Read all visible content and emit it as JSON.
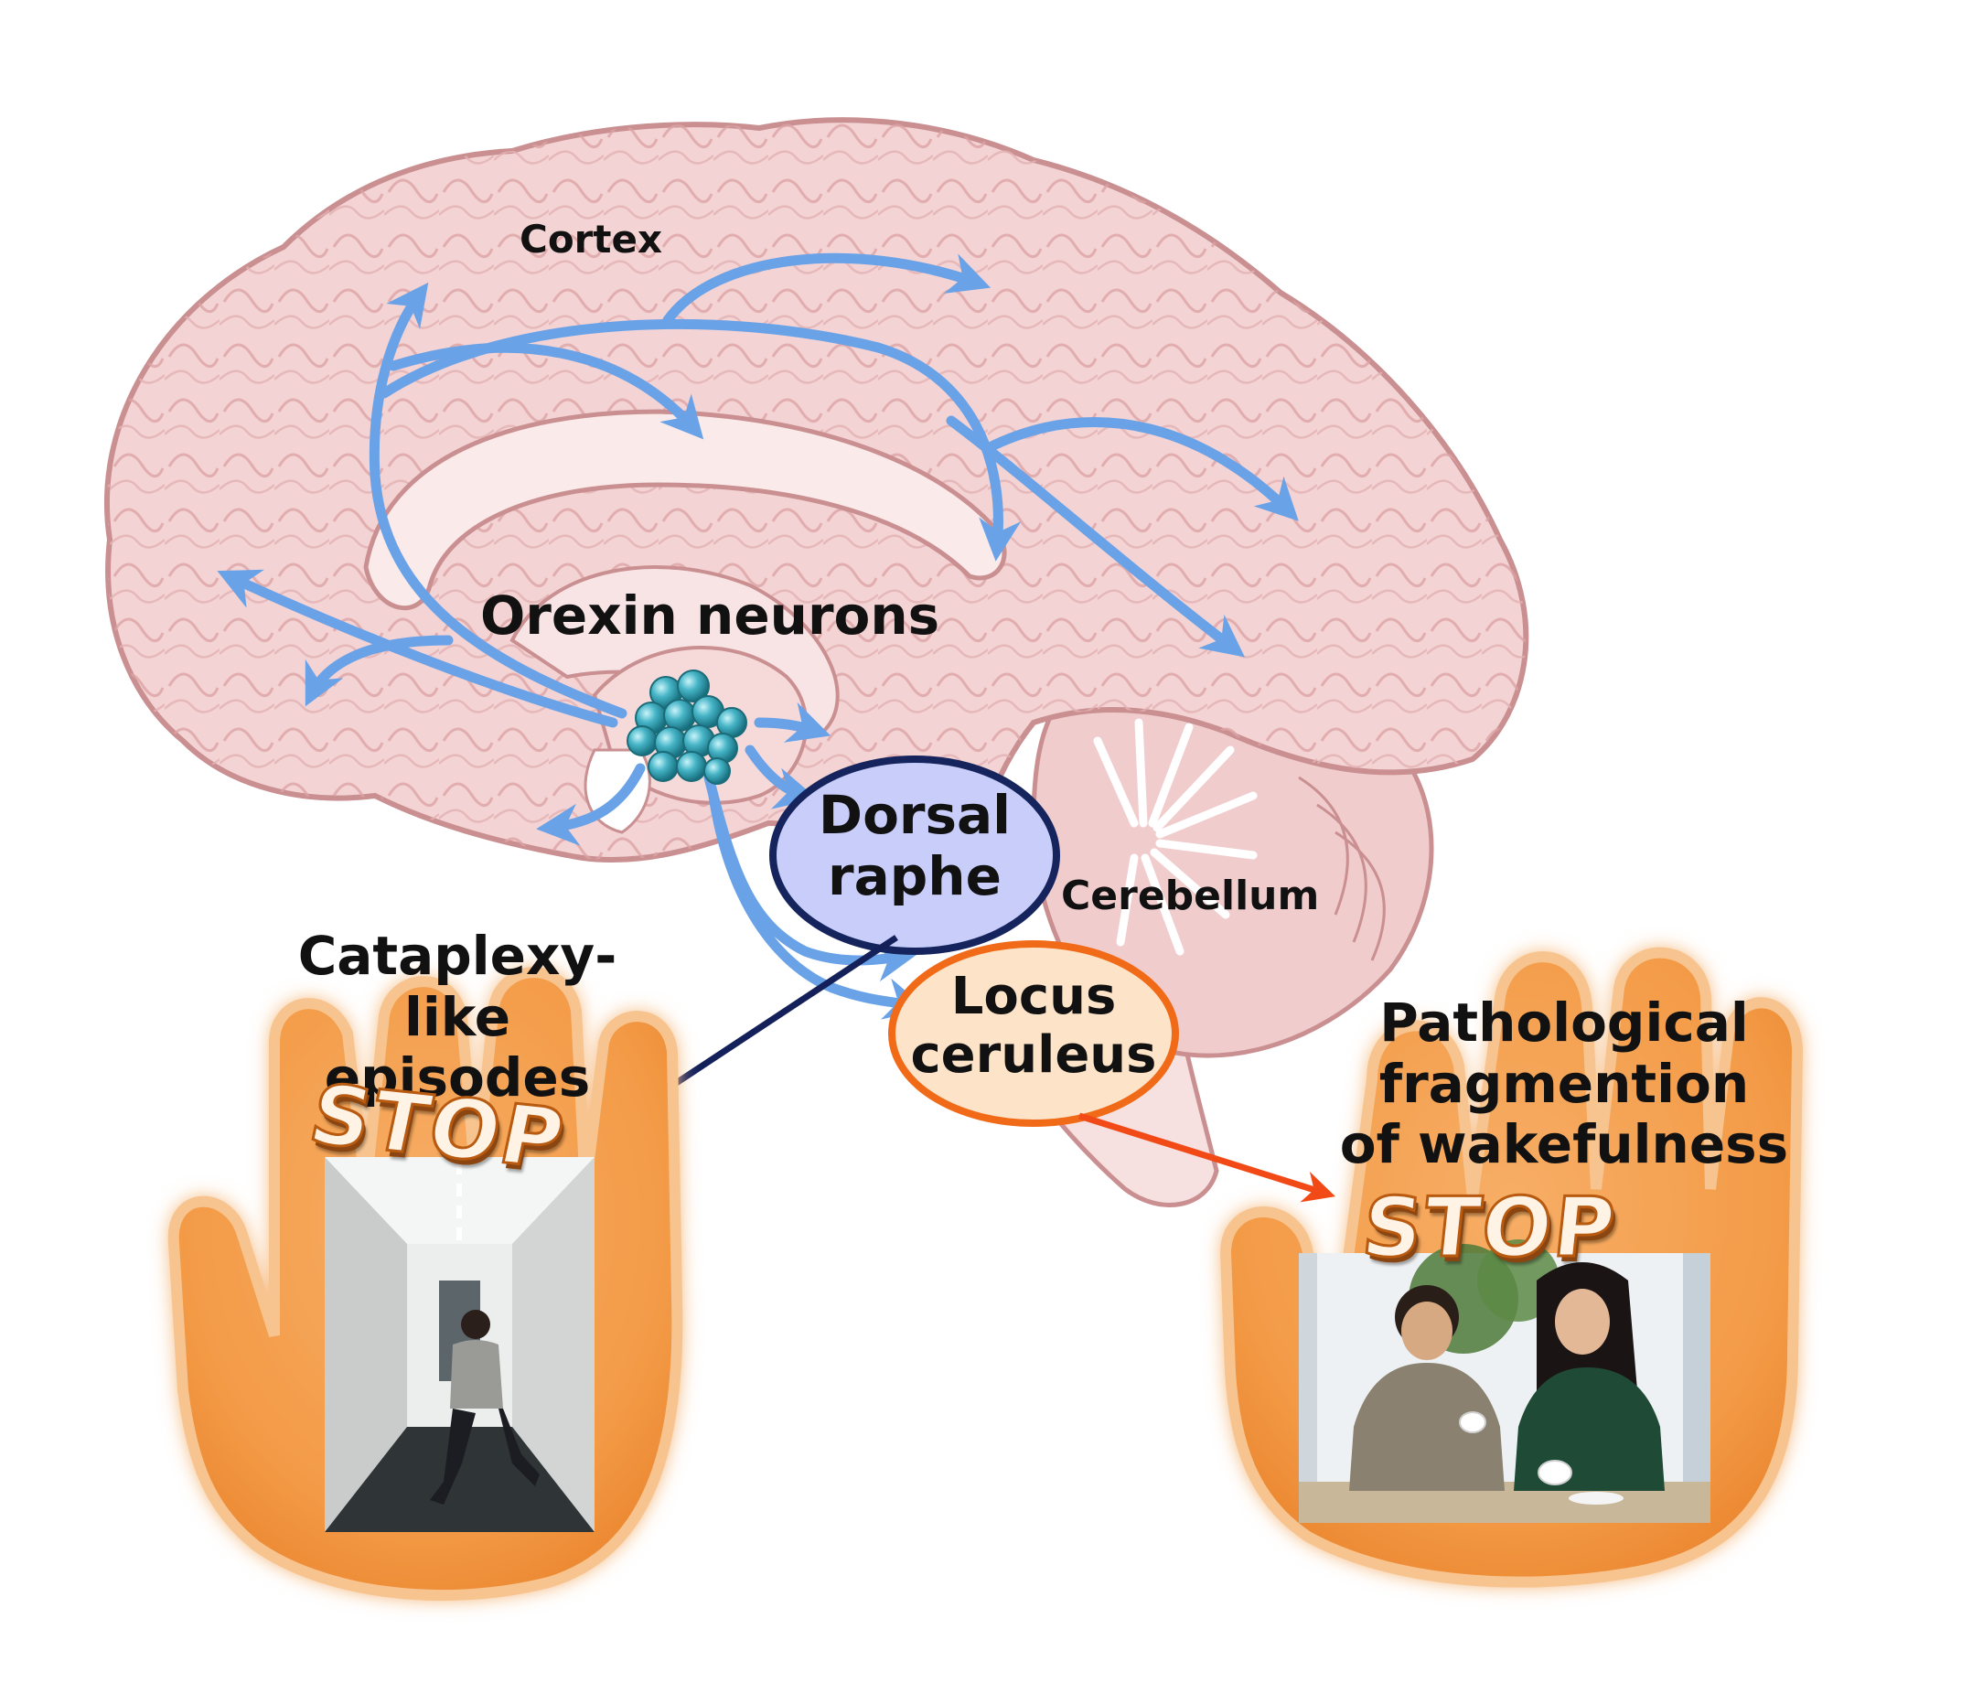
{
  "labels": {
    "cortex": "Cortex",
    "orexin_neurons": "Orexin neurons",
    "dorsal_raphe": "Dorsal\nraphe",
    "cerebellum": "Cerebellum",
    "locus_ceruleus": "Locus\nceruleus",
    "cataplexy_like_episodes": "Cataplexy-like\nepisodes",
    "pathological_fragmentation": "Pathological fragmention\nof wakefulness"
  },
  "stop_signs": {
    "left": "STOP",
    "right": "STOP"
  },
  "colors": {
    "brain_fill": "#f3d3d3",
    "brain_outline": "#c98f91",
    "projection_arrow": "#6aa2e8",
    "orexin_cluster": "#35a6b8",
    "dorsal_raphe_fill": "#c9cdfa",
    "dorsal_raphe_outline": "#15245c",
    "locus_ceruleus_fill": "#fde3c7",
    "locus_ceruleus_outline": "#f06a18",
    "dorsal_raphe_arrow": "#14205a",
    "locus_ceruleus_arrow": "#f24a17",
    "hand_fill": "#f5a04f",
    "hand_edge": "#e37a23"
  }
}
